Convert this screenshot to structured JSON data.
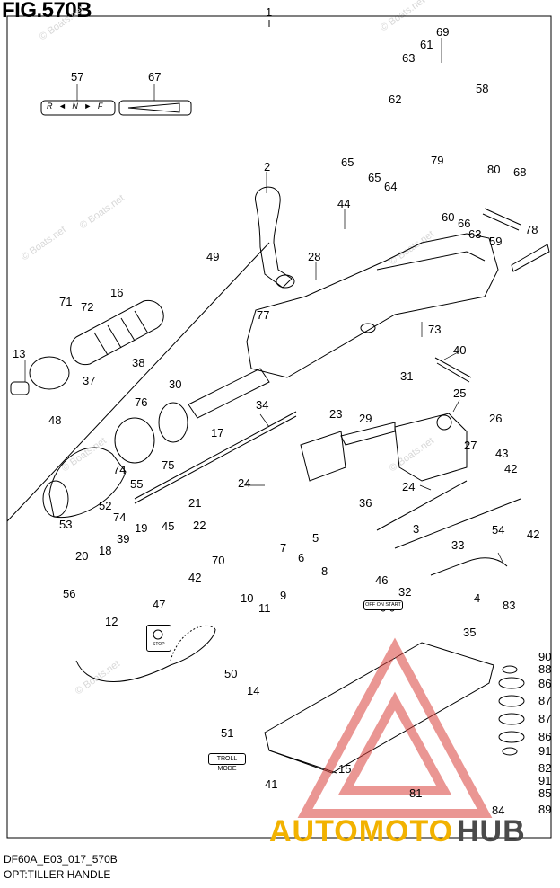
{
  "figure_title": "FIG.570B",
  "footer": {
    "code": "DF60A_E03_017_570B",
    "caption": "OPT:TILLER HANDLE"
  },
  "callouts": {
    "c1": "1",
    "c2": "2",
    "c3": "3",
    "c4": "4",
    "c5": "5",
    "c6": "6",
    "c7": "7",
    "c8": "8",
    "c9": "9",
    "c10": "10",
    "c11": "11",
    "c12": "12",
    "c13": "13",
    "c14": "14",
    "c15": "15",
    "c16": "16",
    "c17": "17",
    "c18": "18",
    "c19": "19",
    "c20": "20",
    "c21": "21",
    "c22": "22",
    "c23": "23",
    "c24a": "24",
    "c24b": "24",
    "c25": "25",
    "c26": "26",
    "c27": "27",
    "c28": "28",
    "c29": "29",
    "c30": "30",
    "c31": "31",
    "c32": "32",
    "c33": "33",
    "c34": "34",
    "c35": "35",
    "c36": "36",
    "c37": "37",
    "c38": "38",
    "c39": "39",
    "c40": "40",
    "c41": "41",
    "c42a": "42",
    "c42b": "42",
    "c42c": "42",
    "c43": "43",
    "c44": "44",
    "c45": "45",
    "c46": "46",
    "c47": "47",
    "c48": "48",
    "c49": "49",
    "c50": "50",
    "c51": "51",
    "c52": "52",
    "c53": "53",
    "c54": "54",
    "c55": "55",
    "c56": "56",
    "c57": "57",
    "c58": "58",
    "c59": "59",
    "c60": "60",
    "c61": "61",
    "c62": "62",
    "c63a": "63",
    "c63b": "63",
    "c64": "64",
    "c65a": "65",
    "c65b": "65",
    "c66": "66",
    "c67": "67",
    "c68": "68",
    "c69": "69",
    "c70": "70",
    "c71": "71",
    "c72": "72",
    "c73": "73",
    "c74": "74",
    "c75": "75",
    "c76": "76",
    "c77": "77",
    "c78": "78",
    "c79": "79",
    "c80": "80",
    "c81": "81",
    "c82": "82",
    "c83": "83",
    "c84": "84",
    "c85": "85",
    "c86a": "86",
    "c86b": "86",
    "c87a": "87",
    "c87b": "87",
    "c88": "88",
    "c89": "89",
    "c90": "90",
    "c91a": "91",
    "c91b": "91"
  },
  "decal_labels": {
    "troll_mode": "TROLL MODE",
    "switch_positions": "OFF ON START",
    "stop": "STOP",
    "shift_decal": "R ◄ N ► F"
  },
  "watermarks": [
    "© Boats.net",
    "© Boats.net",
    "© Boats.net",
    "© Boats.net",
    "© Boats.net",
    "© Boats.net",
    "© Boats.net",
    "© Boats.net"
  ],
  "logo": {
    "left_text": "AUTOMOTO",
    "right_text": "HUB",
    "colors": {
      "left": "#f2b200",
      "right": "#4a4a4a",
      "triangle": "#d9403a"
    }
  },
  "colors": {
    "line": "#000000",
    "watermark": "#d8d8d8"
  }
}
